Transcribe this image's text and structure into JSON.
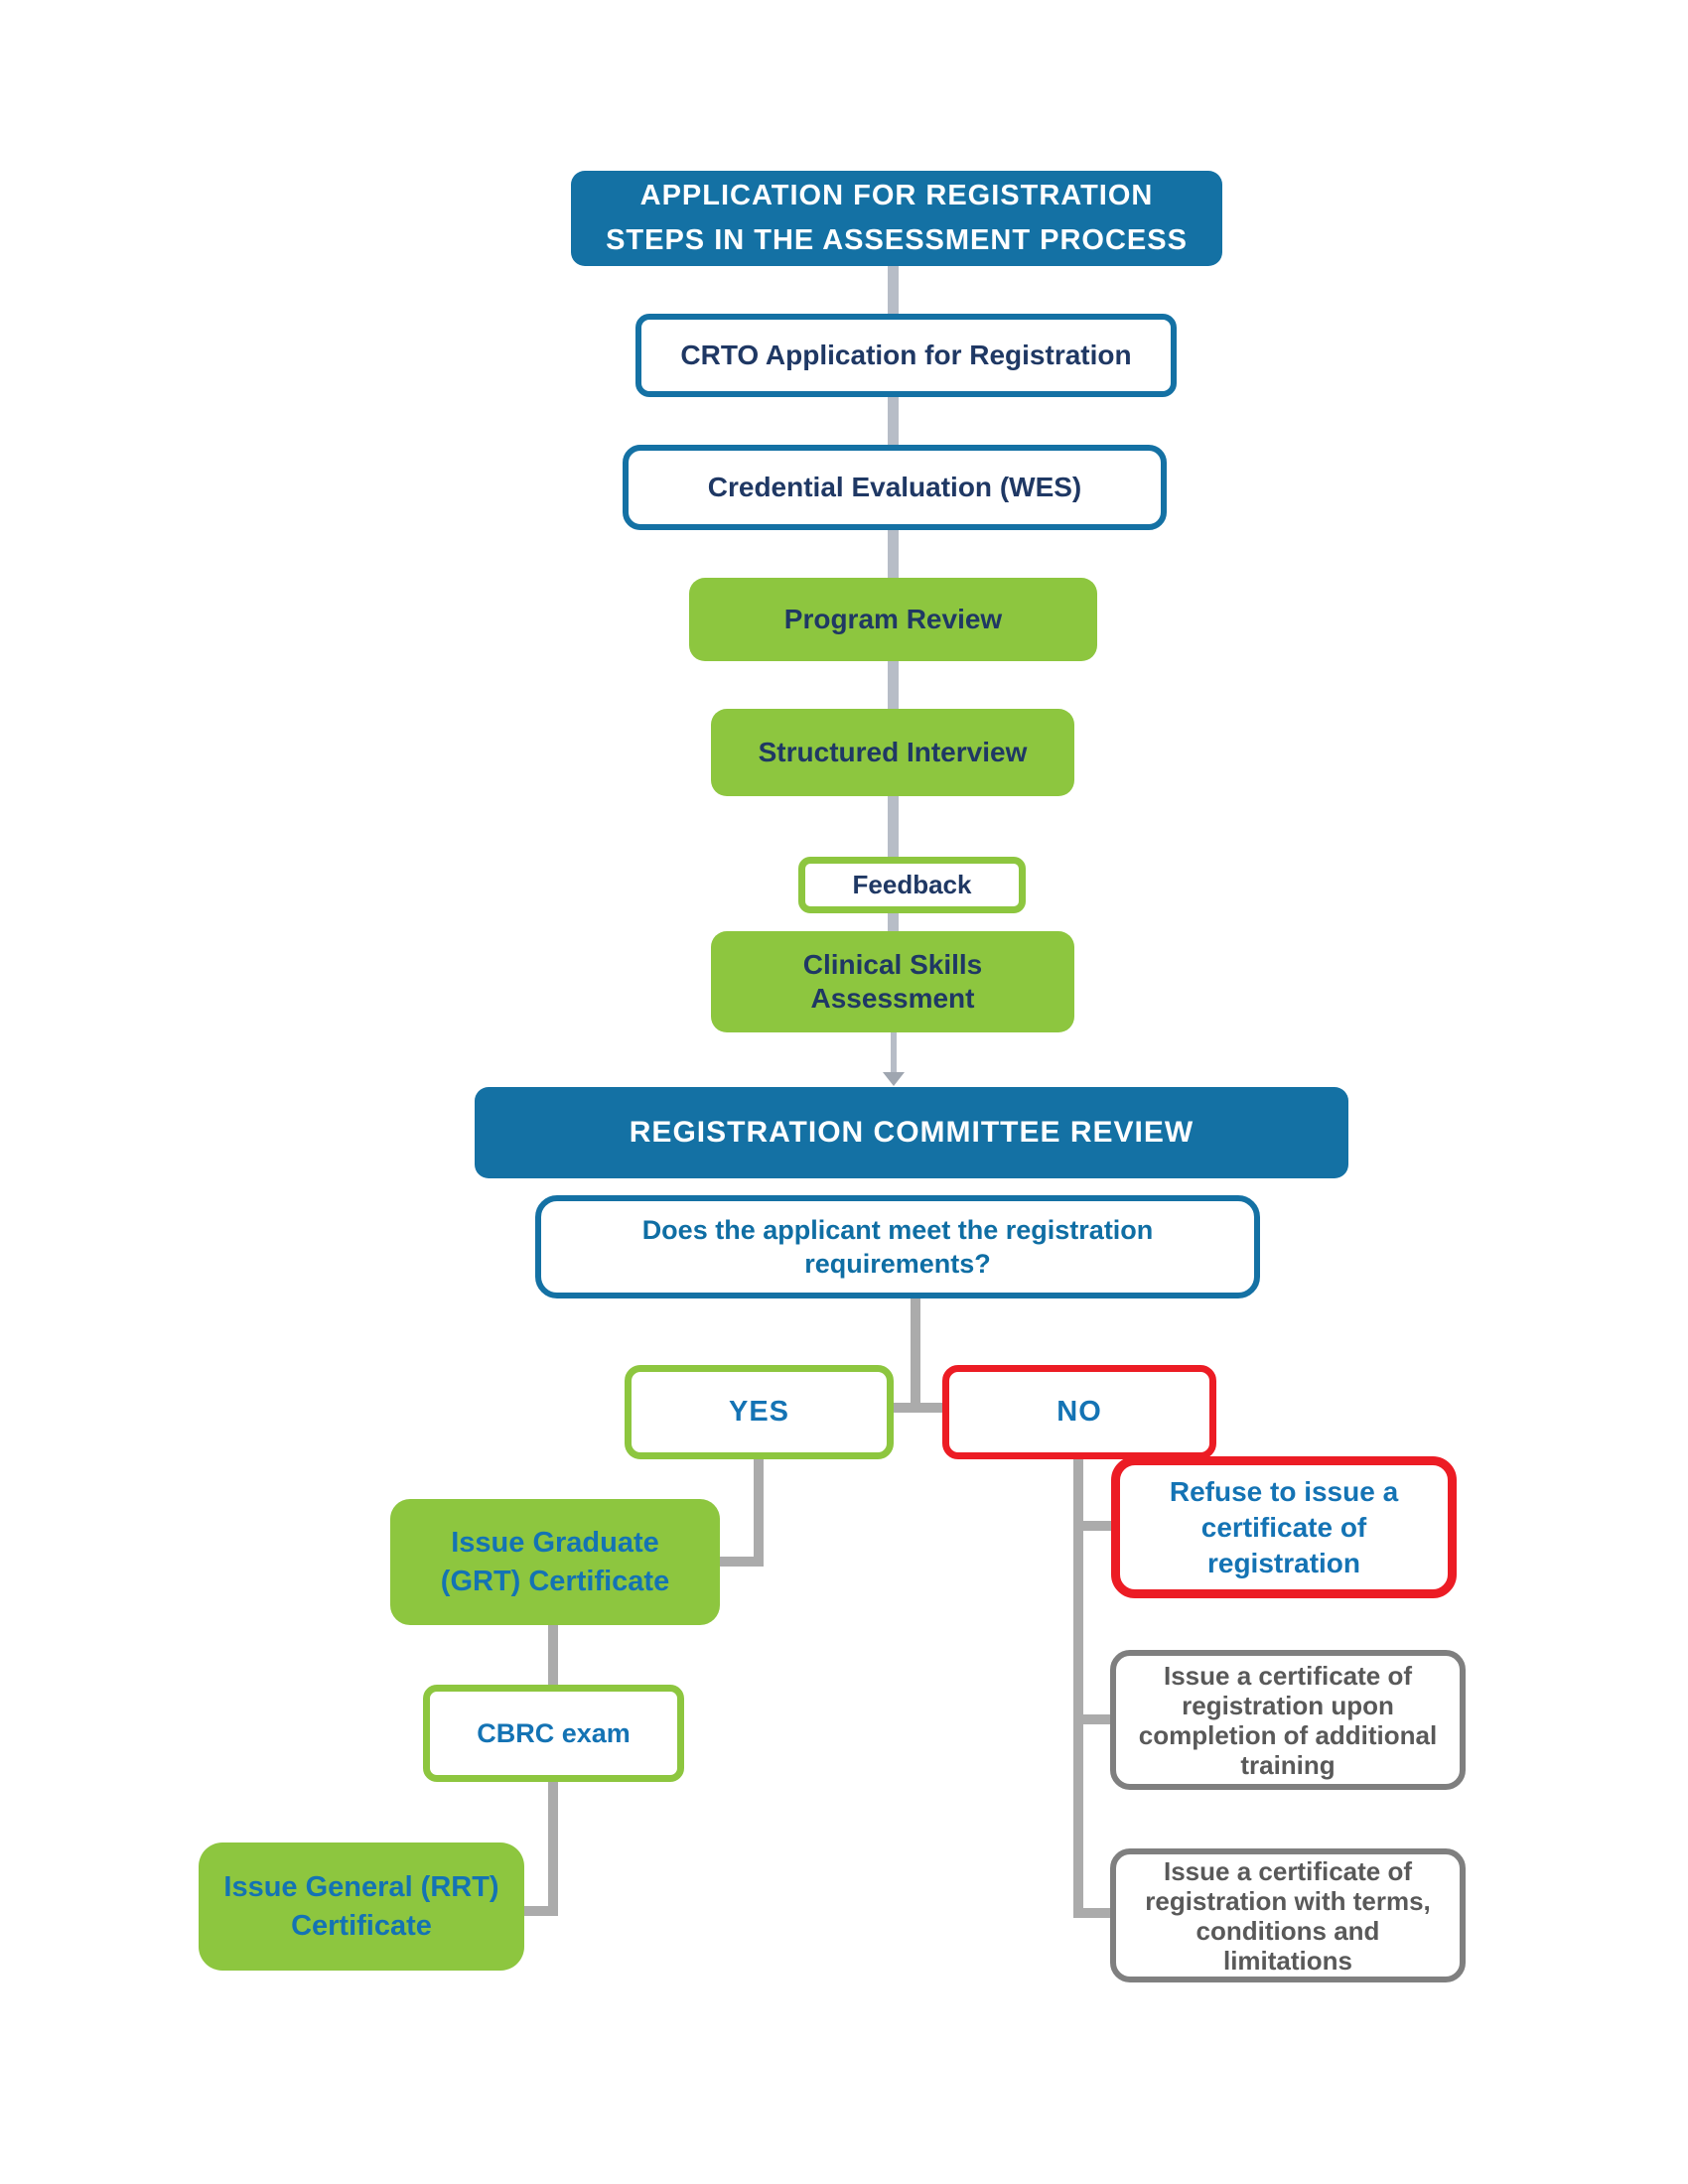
{
  "colors": {
    "banner_blue": "#1471A4",
    "navy": "#1F3864",
    "green": "#8DC63F",
    "red": "#EC1C24",
    "gray_border": "#7F7F7F",
    "gray_text": "#595959",
    "text_blue": "#1473B4",
    "question_blue": "#0F6EA4",
    "conn_light": "#B7BDC7",
    "conn_dark": "#ABABAB"
  },
  "flow": {
    "header": {
      "lines": [
        "APPLICATION FOR REGISTRATION",
        "STEPS IN THE ASSESSMENT PROCESS"
      ]
    },
    "crto": {
      "label": "CRTO Application for Registration"
    },
    "credential": {
      "label": "Credential Evaluation (WES)"
    },
    "program_review": {
      "label": "Program Review"
    },
    "structured_interview": {
      "label": "Structured Interview"
    },
    "feedback": {
      "label": "Feedback"
    },
    "clinical_skills": {
      "lines": [
        "Clinical Skills",
        "Assessment"
      ]
    },
    "committee": {
      "label": "REGISTRATION COMMITTEE REVIEW"
    },
    "question": {
      "lines": [
        "Does the applicant meet the registration",
        "requirements?"
      ]
    },
    "yes": {
      "label": "YES"
    },
    "no": {
      "label": "NO"
    },
    "issue_grt": {
      "lines": [
        "Issue Graduate",
        "(GRT) Certificate"
      ]
    },
    "refuse": {
      "lines": [
        "Refuse to issue a",
        "certificate of",
        "registration"
      ]
    },
    "cbrc": {
      "label": "CBRC exam"
    },
    "issue_additional": {
      "lines": [
        "Issue a certificate of",
        "registration upon",
        "completion of additional",
        "training"
      ]
    },
    "issue_rrt": {
      "lines": [
        "Issue General (RRT)",
        "Certificate"
      ]
    },
    "issue_terms": {
      "lines": [
        "Issue a certificate of",
        "registration with terms,",
        "conditions and",
        "limitations"
      ]
    }
  }
}
